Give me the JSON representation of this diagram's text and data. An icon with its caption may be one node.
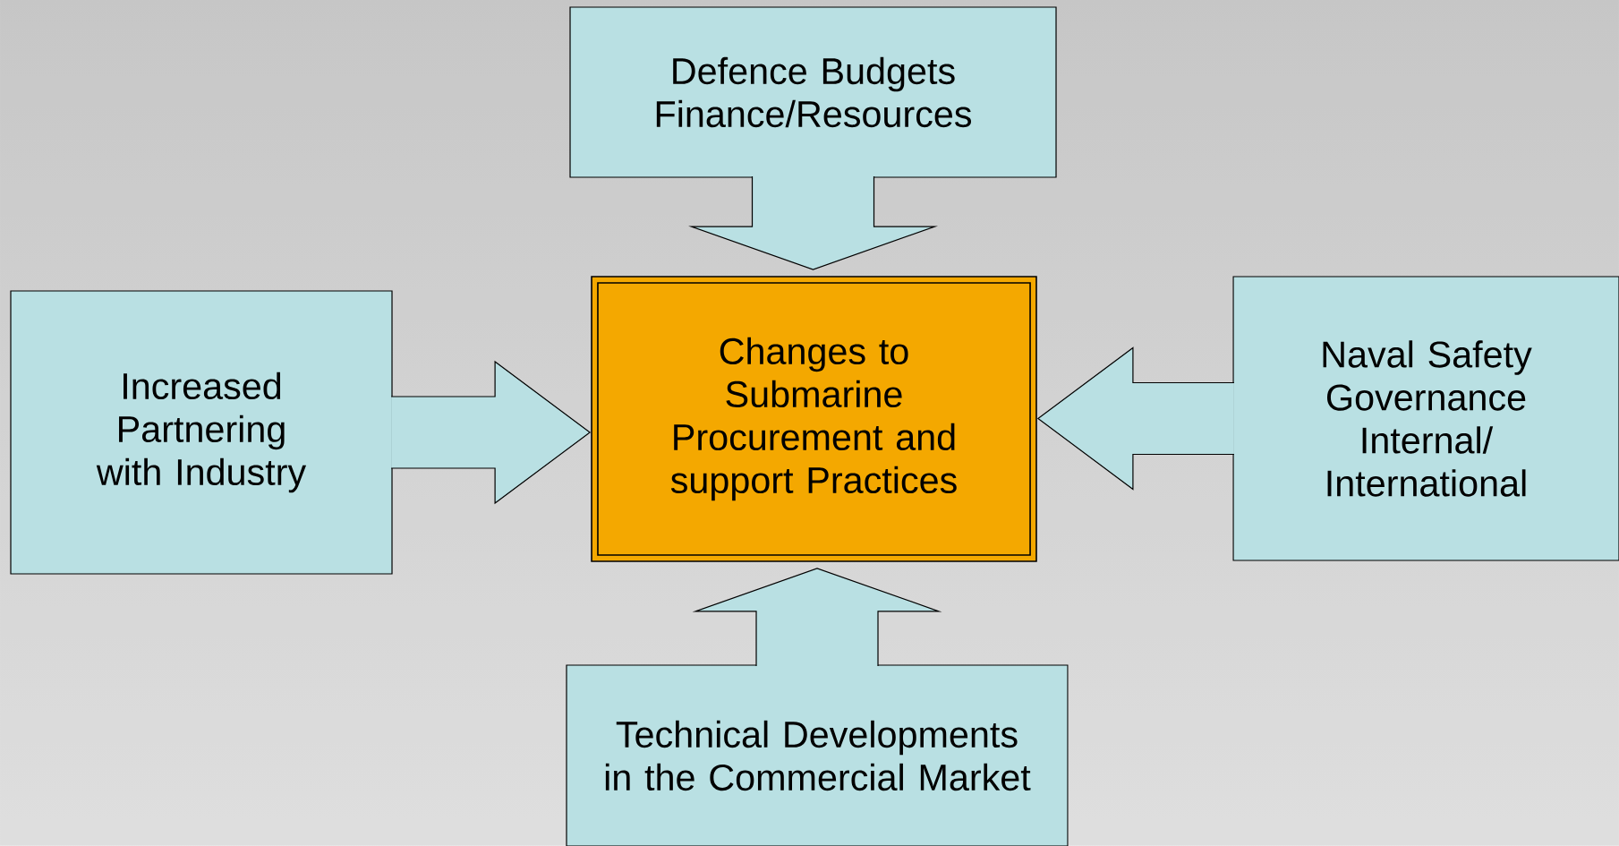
{
  "diagram": {
    "nodes": [
      {
        "text": [
          "Changes to Submarine Procurement and support Practices"
        ]
      },
      {
        "text": [
          "Defence Budgets Finance/Resources"
        ]
      },
      {
        "text": [
          "Increased Partnering with Industry"
        ]
      },
      {
        "text": [
          "Naval Safety Governance Internal/ International"
        ]
      },
      {
        "text": [
          "Technical Developments in the Commercial Market"
        ]
      }
    ],
    "edges": [
      {
        "from": 1,
        "to": 0,
        "arrow": "to"
      },
      {
        "from": 2,
        "to": 0,
        "arrow": "to"
      },
      {
        "from": 3,
        "to": 0,
        "arrow": "to"
      },
      {
        "from": 4,
        "to": 0,
        "arrow": "to"
      }
    ]
  }
}
